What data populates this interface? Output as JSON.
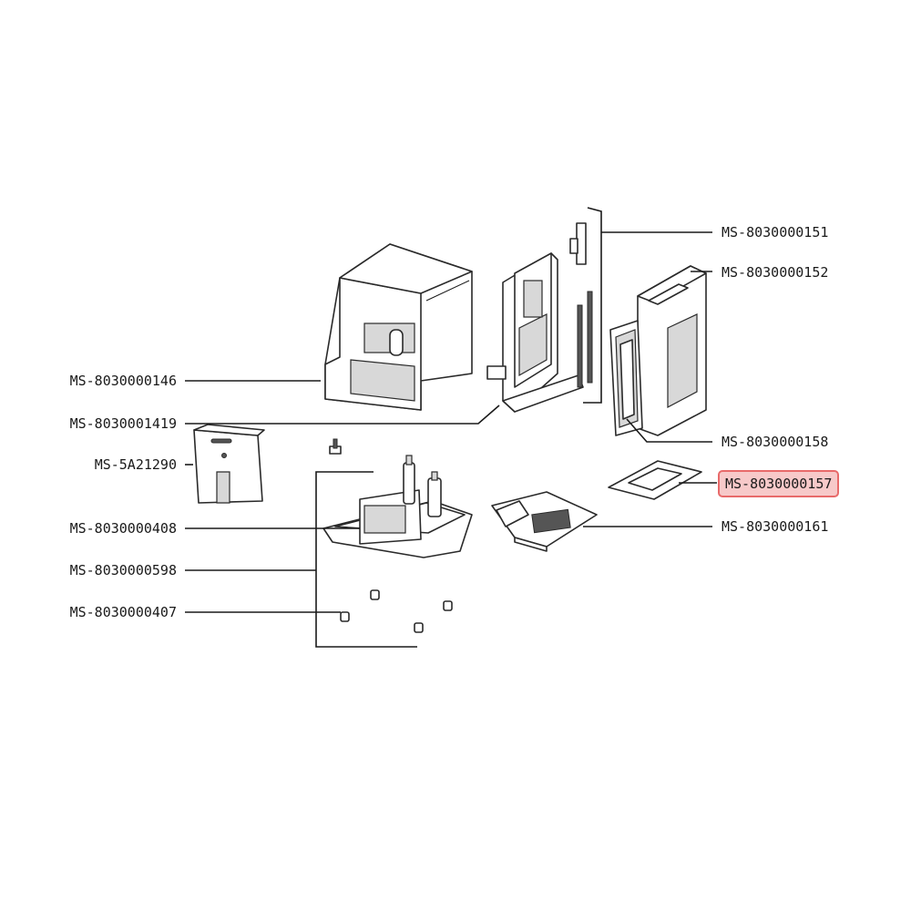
{
  "parts": [
    {
      "id": "p151",
      "label": "MS-8030000151",
      "highlighted": false
    },
    {
      "id": "p152",
      "label": "MS-8030000152",
      "highlighted": false
    },
    {
      "id": "p146",
      "label": "MS-8030000146",
      "highlighted": false
    },
    {
      "id": "p1419",
      "label": "MS-8030001419",
      "highlighted": false
    },
    {
      "id": "p158",
      "label": "MS-8030000158",
      "highlighted": false
    },
    {
      "id": "p5a",
      "label": "MS-5A21290",
      "highlighted": false
    },
    {
      "id": "p157",
      "label": "MS-8030000157",
      "highlighted": true
    },
    {
      "id": "p408",
      "label": "MS-8030000408",
      "highlighted": false
    },
    {
      "id": "p161",
      "label": "MS-8030000161",
      "highlighted": false
    },
    {
      "id": "p598",
      "label": "MS-8030000598",
      "highlighted": false
    },
    {
      "id": "p407",
      "label": "MS-8030000407",
      "highlighted": false
    }
  ],
  "colors": {
    "highlight_fill": "#f7c9c9",
    "highlight_border": "#e86a6a",
    "line": "#1a1a1a"
  }
}
